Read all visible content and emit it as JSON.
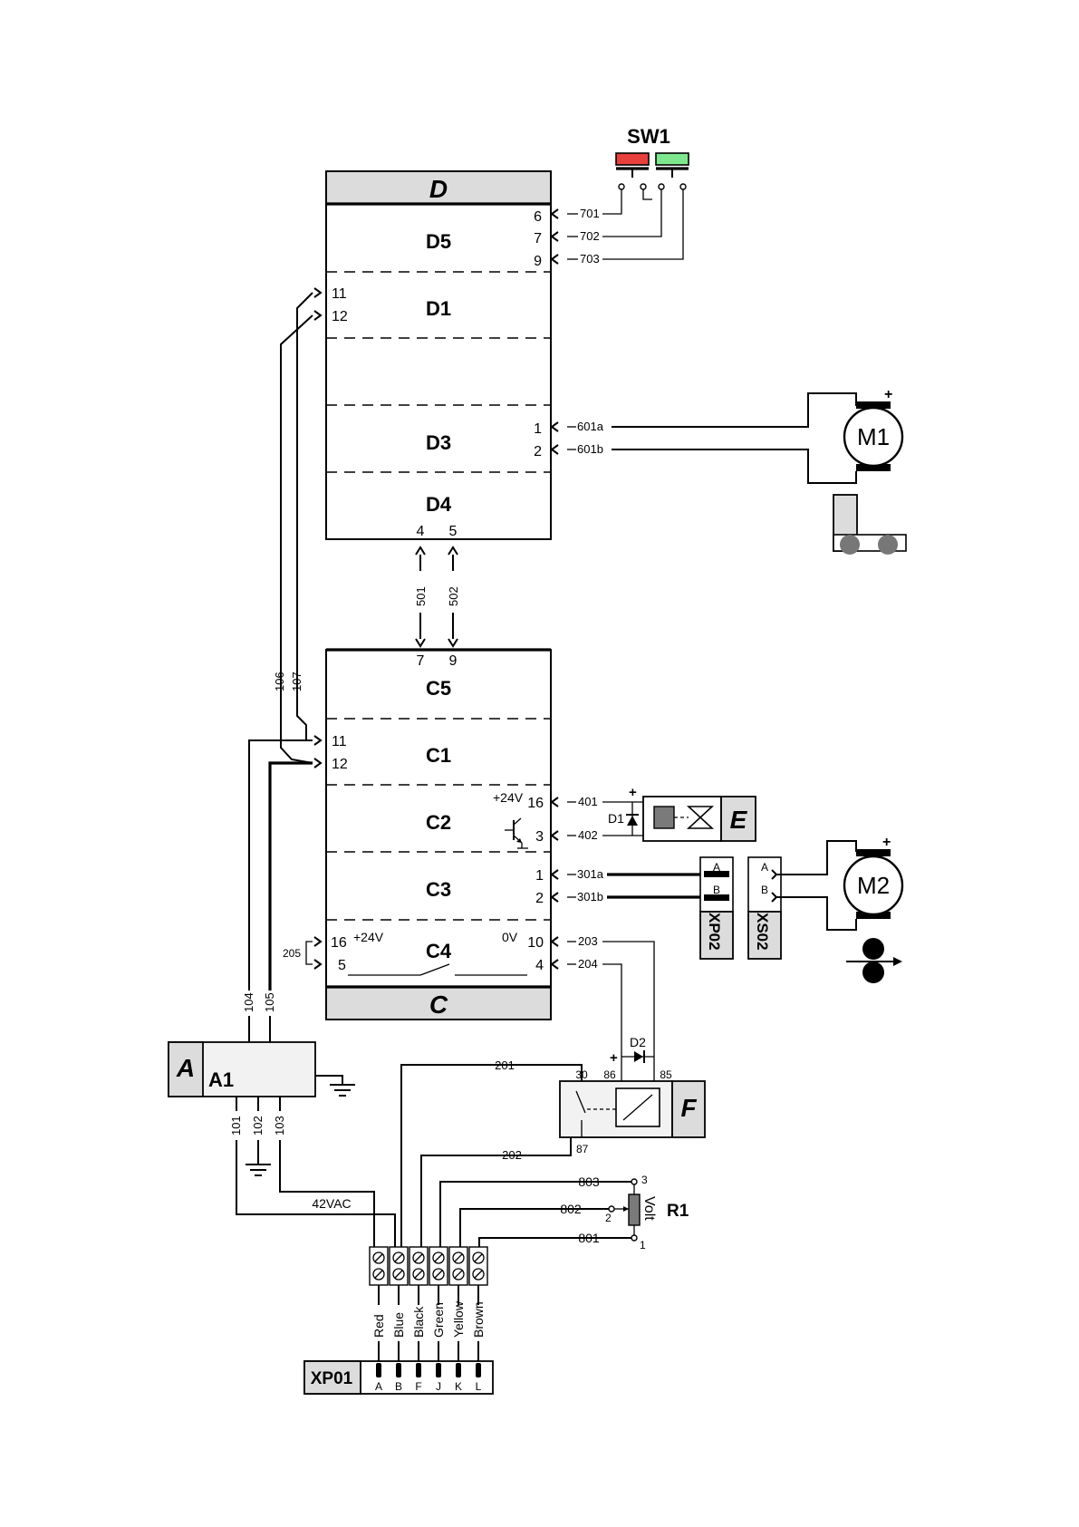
{
  "module_d": {
    "title": "D",
    "sections": [
      "D5",
      "D1",
      "D3",
      "D4"
    ],
    "pins": {
      "d5_a": "6",
      "d5_b": "7",
      "d5_c": "9",
      "d1_a": "11",
      "d1_b": "12",
      "d3_a": "1",
      "d3_b": "2",
      "d4_a": "4",
      "d4_b": "5"
    }
  },
  "module_c": {
    "title": "C",
    "sections": [
      "C5",
      "C1",
      "C2",
      "C3",
      "C4"
    ],
    "pins": {
      "c5_a": "7",
      "c5_b": "9",
      "c1_a": "11",
      "c1_b": "12",
      "c2_a": "16",
      "c2_b": "3",
      "c3_a": "1",
      "c3_b": "2",
      "c4_a": "16",
      "c4_b": "5",
      "c4_c": "10",
      "c4_d": "4"
    },
    "c2_supply": "+24V",
    "c4_supply": "+24V",
    "c4_zero": "0V"
  },
  "sw1": {
    "label": "SW1",
    "color_left": "#e8403c",
    "color_right": "#7fe88f"
  },
  "wires": {
    "w701": "701",
    "w702": "702",
    "w703": "703",
    "w601a": "601a",
    "w601b": "601b",
    "w501": "501",
    "w502": "502",
    "w106": "106",
    "w107": "107",
    "w401": "401",
    "w402": "402",
    "w301a": "301a",
    "w301b": "301b",
    "w203": "203",
    "w204": "204",
    "w205": "205",
    "w104": "104",
    "w105": "105",
    "w101": "101",
    "w102": "102",
    "w103": "103",
    "w201": "201",
    "w202": "202",
    "w803": "803",
    "w802": "802",
    "w801": "801",
    "vac": "42VAC"
  },
  "components": {
    "m1": "M1",
    "m2": "M2",
    "e": "E",
    "d1": "D1",
    "d2": "D2",
    "xp02": "XP02",
    "xs02": "XS02",
    "a": "A",
    "a1": "A1",
    "f": "F",
    "r1": "R1",
    "r1_unit": "Volt",
    "plus": "+"
  },
  "relay_pins": {
    "p30": "30",
    "p86": "86",
    "p85": "85",
    "p87": "87"
  },
  "r1_pins": {
    "p3": "3",
    "p2": "2",
    "p1": "1"
  },
  "conn_pins": {
    "a": "A",
    "b": "B"
  },
  "xp01": {
    "label": "XP01",
    "wire_colors": [
      "Red",
      "Blue",
      "Black",
      "Green",
      "Yellow",
      "Brown"
    ],
    "pins": [
      "A",
      "B",
      "F",
      "J",
      "K",
      "L"
    ]
  },
  "colors": {
    "header_grey": "#dcdcdc",
    "roller_grey": "#777777",
    "component_grey": "#7a7a7a"
  }
}
